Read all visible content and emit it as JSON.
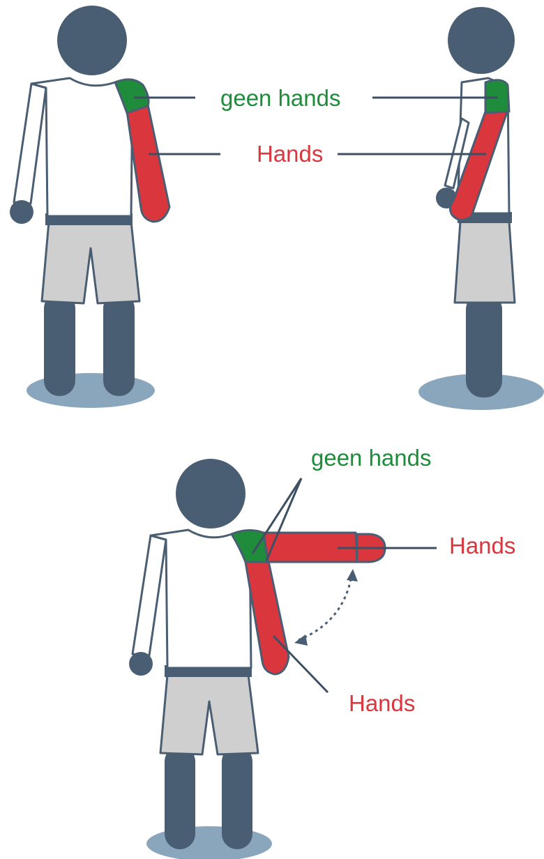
{
  "labels": {
    "front_green": "geen hands",
    "front_red": "Hands",
    "bottom_green": "geen hands",
    "bottom_red_right": "Hands",
    "bottom_red_lower": "Hands"
  },
  "colors": {
    "figure": "#4a5e73",
    "shirt": "#ffffff",
    "shorts": "#cfcfcf",
    "shadow": "#8aa6bd",
    "green": "#1e8c3a",
    "red": "#d9363e",
    "leader": "#3d4f63"
  }
}
